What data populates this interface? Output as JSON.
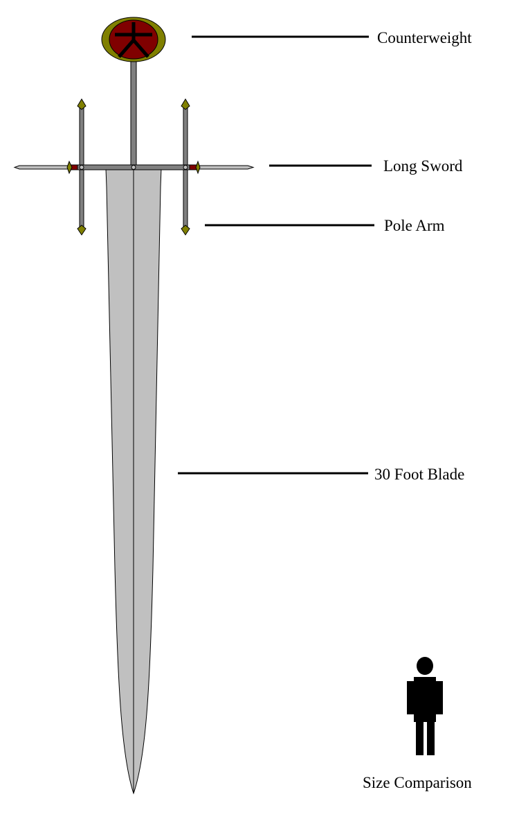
{
  "diagram": {
    "labels": {
      "counterweight": "Counterweight",
      "long_sword": "Long Sword",
      "pole_arm": "Pole Arm",
      "blade": "30 Foot Blade",
      "size_comparison": "Size Comparison"
    },
    "colors": {
      "background": "#ffffff",
      "blade_fill": "#c0c0c0",
      "outline": "#000000",
      "steel_grey": "#808080",
      "counterweight_rim": "#808000",
      "counterweight_center": "#800000",
      "guard_accent": "#800000",
      "pole_tip": "#808000",
      "figure": "#000000"
    },
    "icons": {
      "counterweight_emblem": "kanji-dai-icon",
      "scale_figure": "person-silhouette-icon"
    }
  }
}
